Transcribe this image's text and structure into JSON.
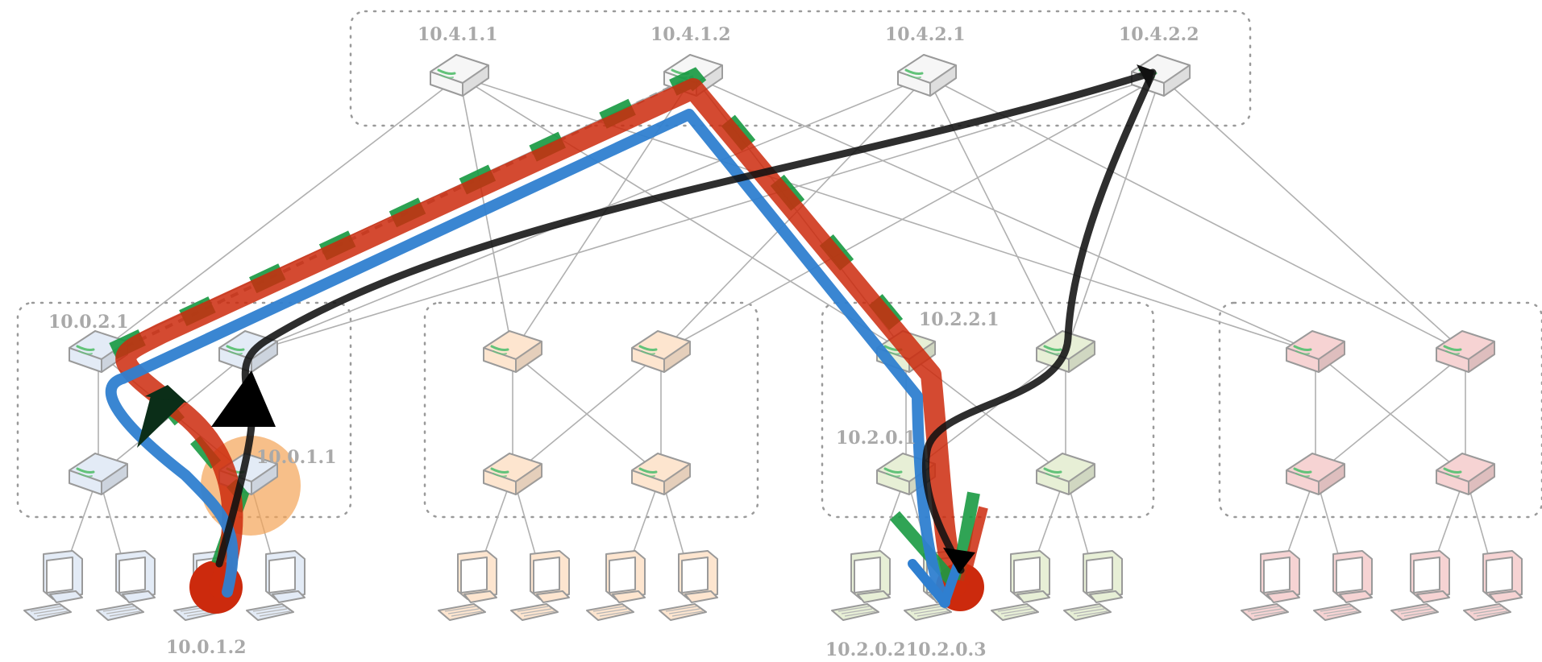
{
  "labels": {
    "core_1": "10.4.1.1",
    "core_2": "10.4.1.2",
    "core_3": "10.4.2.1",
    "core_4": "10.4.2.2",
    "pod0_agg": "10.0.2.1",
    "pod0_edge": "10.0.1.1",
    "pod0_host": "10.0.1.2",
    "pod2_agg": "10.2.2.1",
    "pod2_edge": "10.2.0.1",
    "pod2_host_a": "10.2.0.2",
    "pod2_host_b": "10.2.0.3"
  },
  "colors": {
    "pod0": "#e3ebf6",
    "pod1": "#fde5cf",
    "pod2": "#e7efd6",
    "pod3": "#f6d3d3",
    "core": "#f6f6f6",
    "path_red": "#cc2a0d",
    "path_blue": "#2f7fd0",
    "path_green": "#1a9a43",
    "path_black": "#111111",
    "highlight": "#f3a457"
  }
}
